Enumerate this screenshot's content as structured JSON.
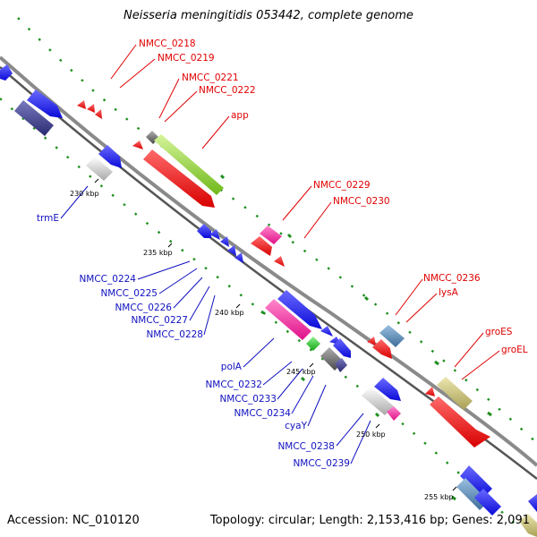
{
  "title": "Neisseria meningitidis 053442, complete genome",
  "accession_text": "Accession: NC_010120",
  "summary_text": "Topology: circular; Length: 2,153,416 bp; Genes: 2,091",
  "colors": {
    "backbone": "#8a8a8a",
    "forward_label": "#e00000",
    "reverse_label": "#1010c0",
    "gc_dots": "#1e8f1e",
    "blue": "#1010ff",
    "red": "#ff1010",
    "yellowgreen": "#a6e03a",
    "magenta": "#ff33aa",
    "silver": "#d8d8d8",
    "navy": "#3b3b8c",
    "steel": "#5b8bb5",
    "khaki": "#c8c27a",
    "green": "#33cc33",
    "gray": "#777777"
  },
  "ticks": [
    "230 kbp",
    "235 kbp",
    "240 kbp",
    "245 kbp",
    "250 kbp",
    "255 kbp"
  ],
  "genes_forward": [
    "NMCC_0218",
    "NMCC_0219",
    "NMCC_0221",
    "NMCC_0222",
    "app",
    "NMCC_0229",
    "NMCC_0230",
    "NMCC_0236",
    "lysA",
    "groES",
    "groEL"
  ],
  "genes_reverse": [
    "trmE",
    "NMCC_0224",
    "NMCC_0225",
    "NMCC_0226",
    "NMCC_0227",
    "NMCC_0228",
    "polA",
    "NMCC_0232",
    "NMCC_0233",
    "NMCC_0234",
    "cyaY",
    "NMCC_0238",
    "NMCC_0239"
  ]
}
